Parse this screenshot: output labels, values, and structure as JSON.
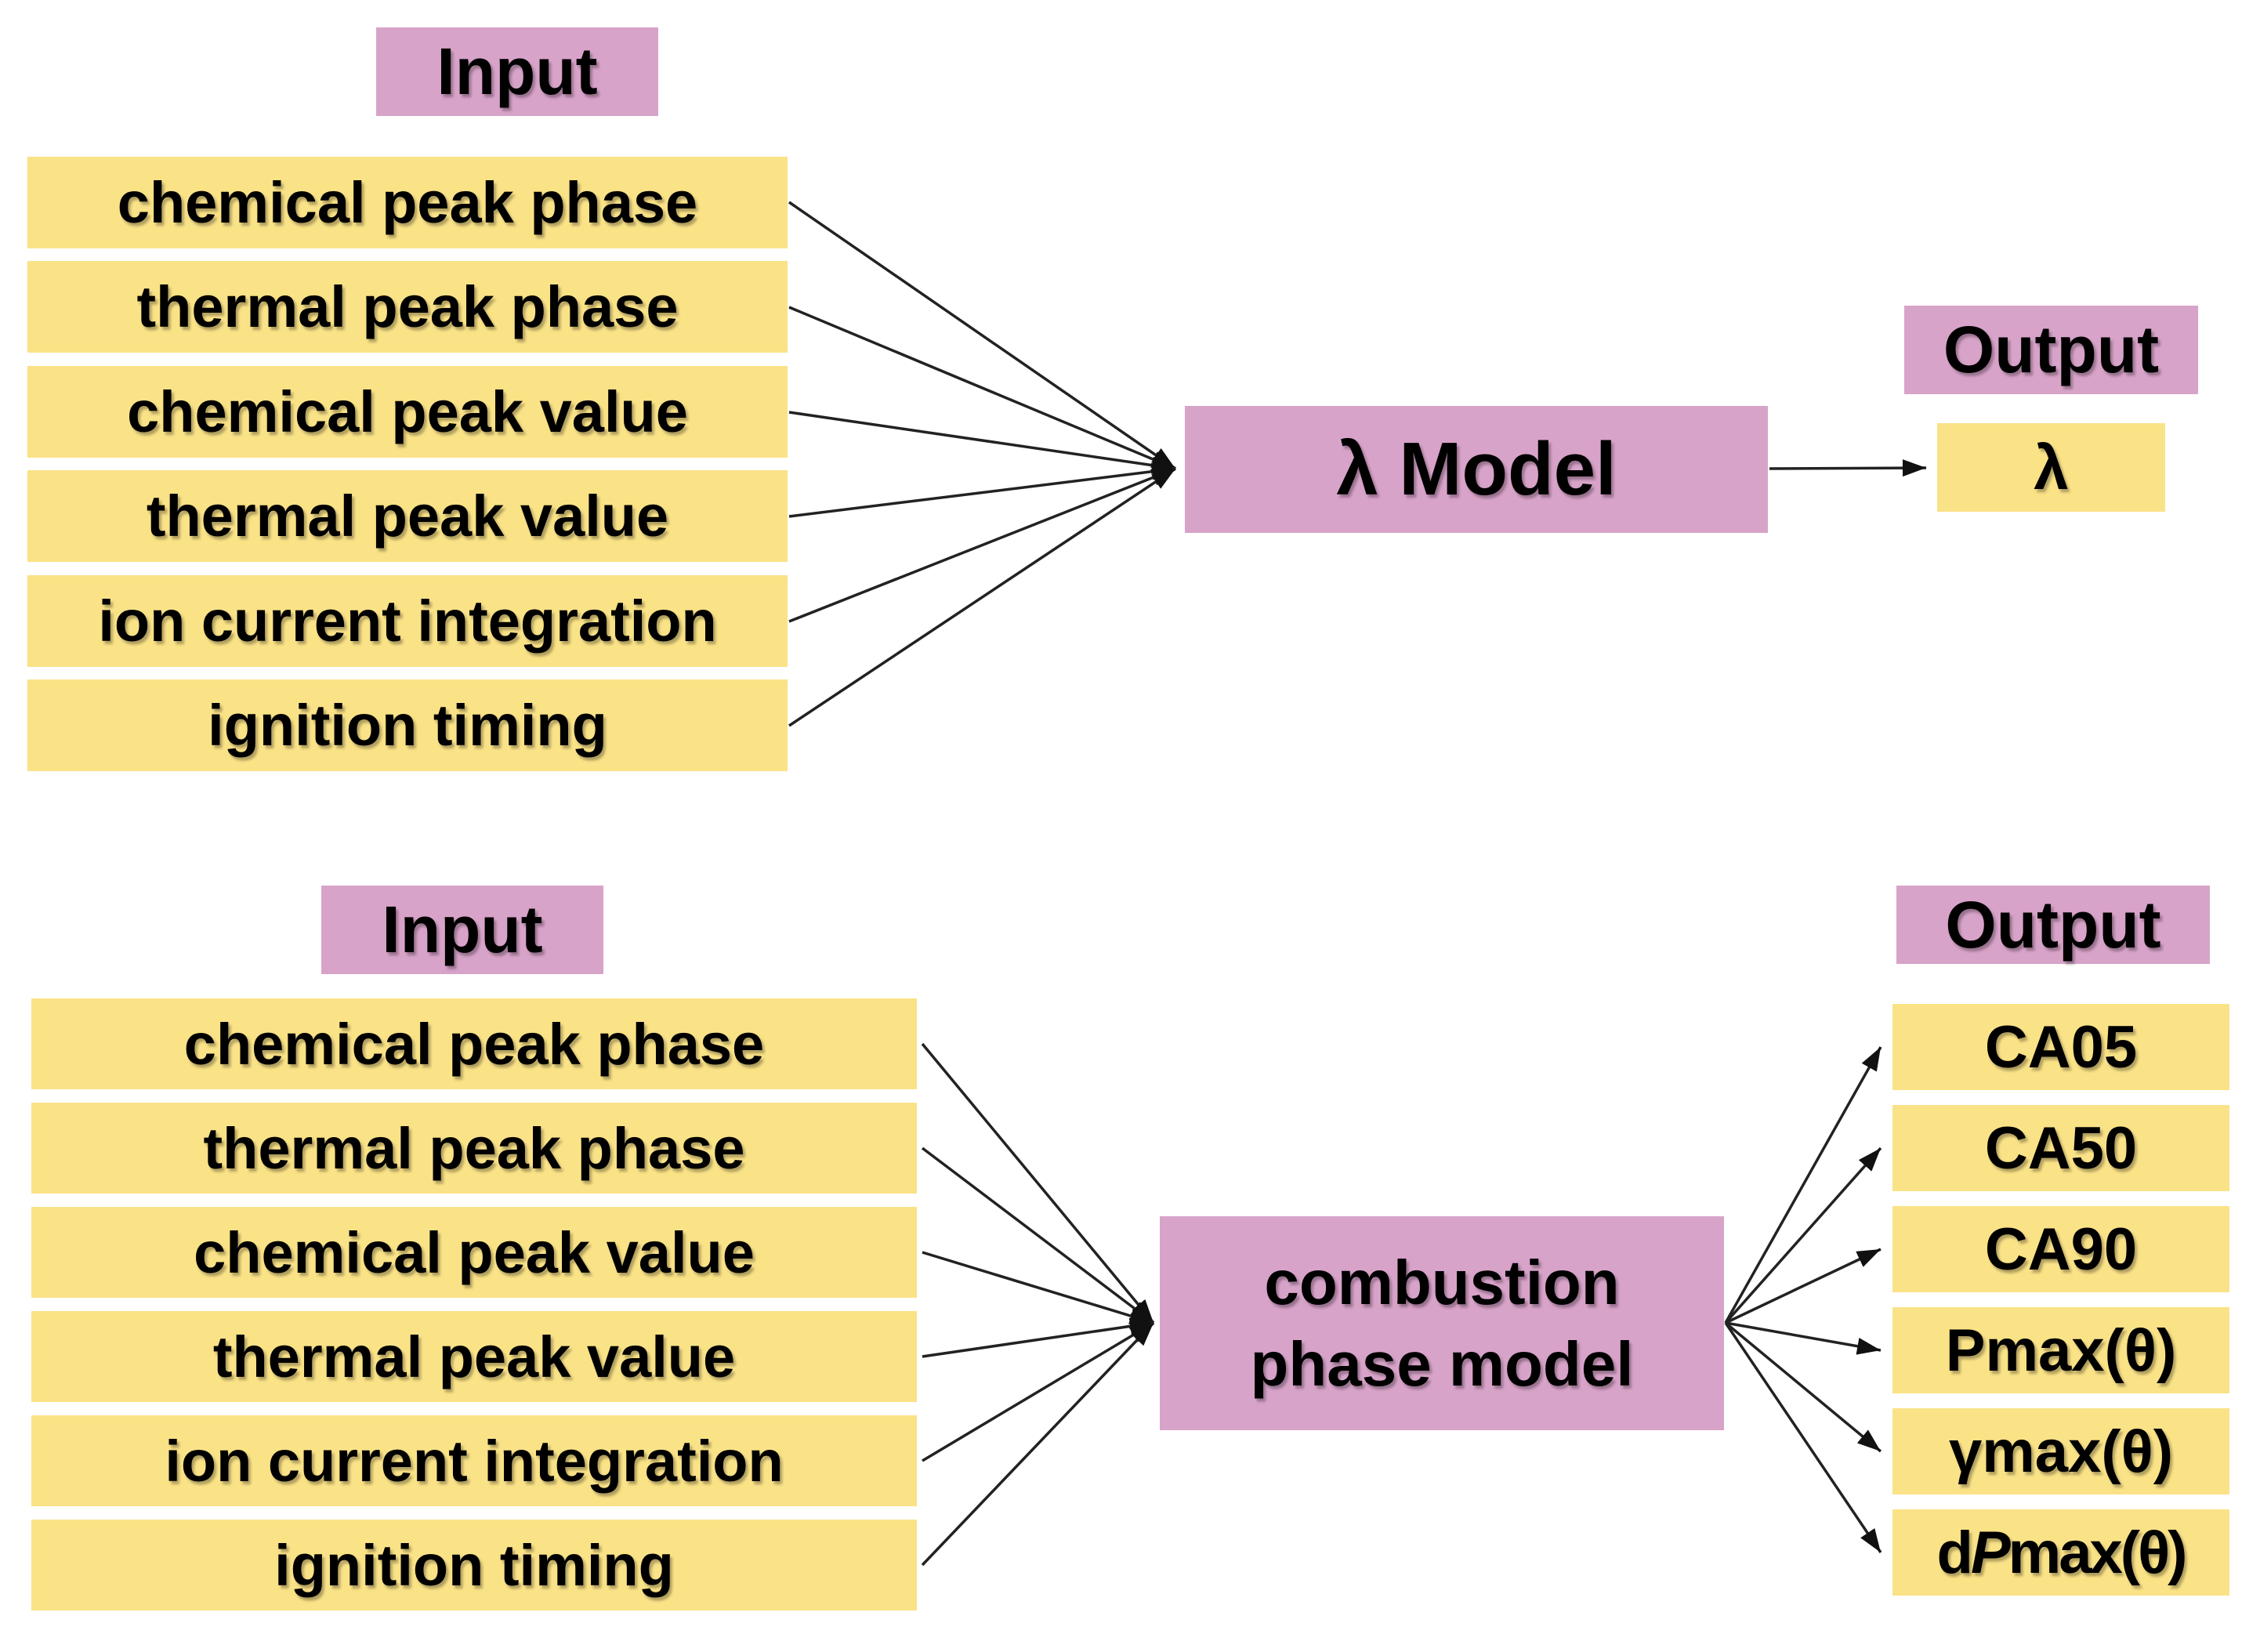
{
  "colors": {
    "box_pink": "#D8A3C9",
    "box_yellow": "#FAE287",
    "arrow_black": "#1A1A1A",
    "text_black": "#000000",
    "background_white": "#FFFFFF"
  },
  "diagram1": {
    "input_label": "Input",
    "inputs": [
      "chemical peak phase",
      "thermal peak phase",
      "chemical peak value",
      "thermal peak value",
      "ion current integration",
      "ignition timing"
    ],
    "model_label": "λ Model",
    "output_label": "Output",
    "output": "λ"
  },
  "diagram2": {
    "input_label": "Input",
    "inputs": [
      "chemical peak phase",
      "thermal peak phase",
      "chemical peak value",
      "thermal peak value",
      "ion current integration",
      "ignition timing"
    ],
    "model_line1": "combustion",
    "model_line2": "phase model",
    "output_label": "Output",
    "outputs": [
      "CA05",
      "CA50",
      "CA90",
      "Pmax(θ)",
      "γmax(θ)",
      "dPmax(θ)"
    ],
    "dpmax_parts": {
      "d": "d",
      "P": "P",
      "max": "max(θ)"
    }
  }
}
